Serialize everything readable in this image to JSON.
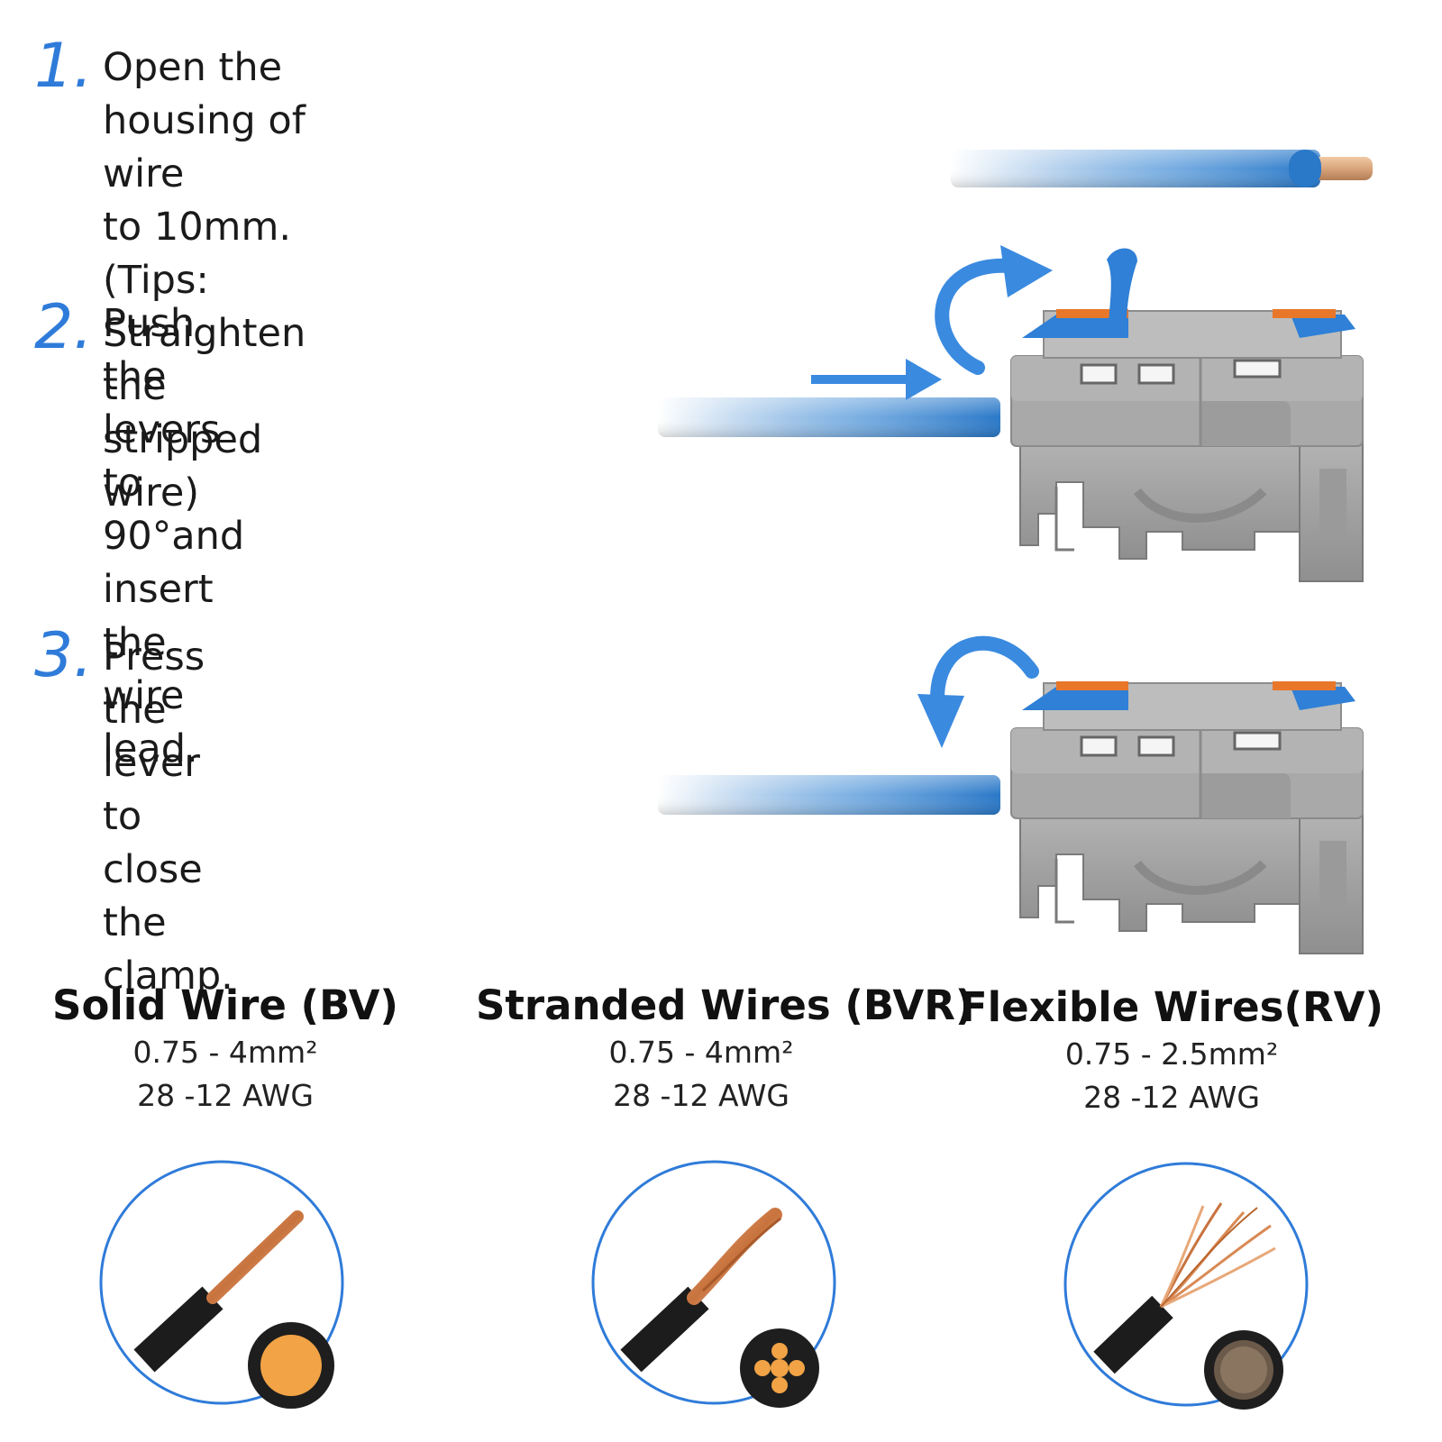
{
  "steps": [
    {
      "number": "1.",
      "text": "Open the housing of wire\nto 10mm.\n(Tips: Straighten the stripped wire)"
    },
    {
      "number": "2.",
      "text": "Push the levers to 90°and\ninsert the wire lead."
    },
    {
      "number": "3.",
      "text": "Press the lever to close the clamp."
    }
  ],
  "wire_types": [
    {
      "title": "Solid Wire (BV)",
      "size": "0.75 - 4mm²",
      "awg": "28 -12 AWG"
    },
    {
      "title": "Stranded Wires (BVR)",
      "size": "0.75 - 4mm²",
      "awg": "28 -12 AWG"
    },
    {
      "title": "Flexible Wires(RV)",
      "size": "0.75 - 2.5mm²",
      "awg": "28 -12 AWG"
    }
  ],
  "colors": {
    "accent": "#2f7bd9",
    "wire": "#2a78c8",
    "copper": "#d79a6a",
    "housing": "#a8a8a8",
    "lever": "#2f80d6",
    "lever_orange": "#e8772a"
  }
}
